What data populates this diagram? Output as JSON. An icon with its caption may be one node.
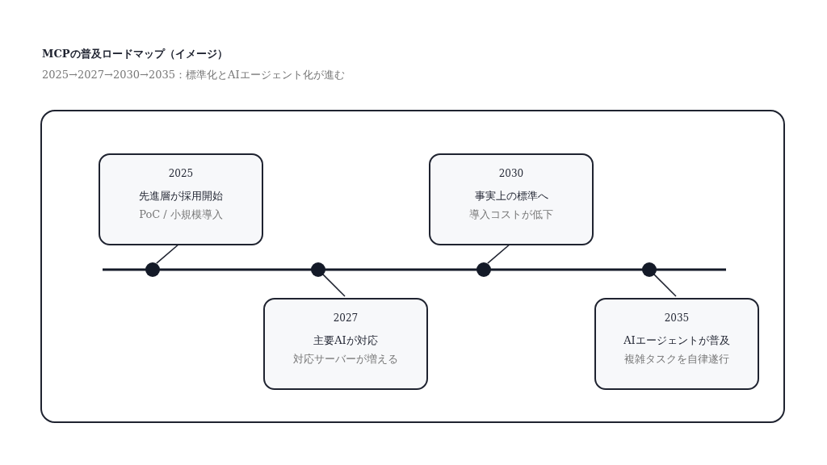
{
  "diagram": {
    "title": "MCPの普及ロードマップ（イメージ）",
    "labels": [
      "2025→2027→2030→2035：標準化とAIエージェント化が進む"
    ],
    "nodes": [
      {
        "text": [],
        "shape": "box"
      },
      {
        "text": [
          "2025",
          "先進層が採用開始",
          "PoC / 小規模導入"
        ],
        "in": 0
      },
      {
        "text": [
          "2027",
          "主要AIが対応",
          "対応サーバーが増える"
        ],
        "in": 0
      },
      {
        "text": [
          "2030",
          "事実上の標準へ",
          "導入コストが低下"
        ],
        "in": 0
      },
      {
        "text": [
          "2035",
          "AIエージェントが普及",
          "複雑タスクを自律遂行"
        ],
        "in": 0
      },
      {
        "text": [],
        "shape": "circle",
        "in": 0
      },
      {
        "text": [],
        "shape": "circle",
        "in": 0
      },
      {
        "text": [],
        "shape": "circle",
        "in": 0
      },
      {
        "text": [],
        "shape": "circle",
        "in": 0
      }
    ],
    "edges": [
      {
        "from": 1,
        "to": 5,
        "arrow": "none"
      },
      {
        "from": 2,
        "to": 6,
        "arrow": "none"
      },
      {
        "from": 3,
        "to": 7,
        "arrow": "none"
      },
      {
        "from": 4,
        "to": 8,
        "arrow": "none"
      }
    ]
  }
}
